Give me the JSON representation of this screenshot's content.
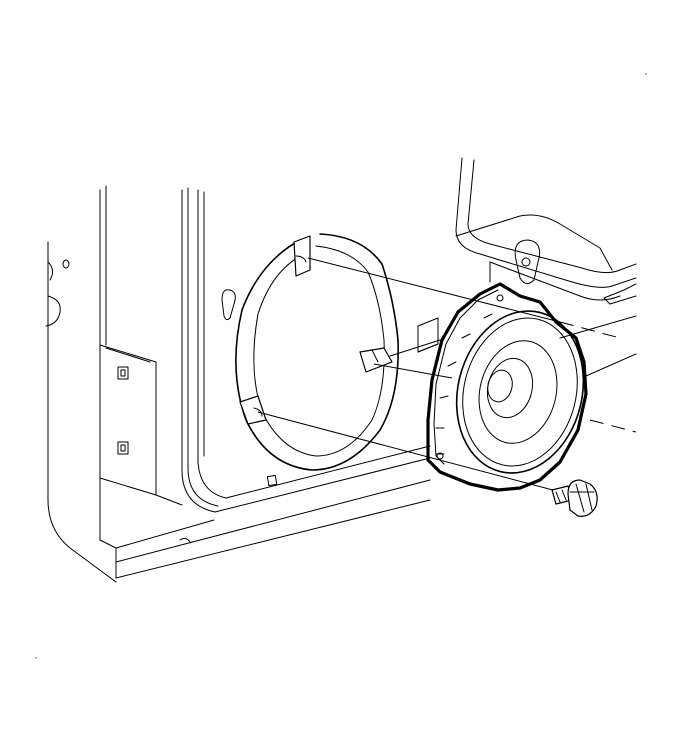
{
  "figure": {
    "line_color": "#000000",
    "background": "#ffffff",
    "parts": [
      "door-inner-panel",
      "speaker-mounting-ring",
      "speaker",
      "speaker-bolt"
    ]
  }
}
